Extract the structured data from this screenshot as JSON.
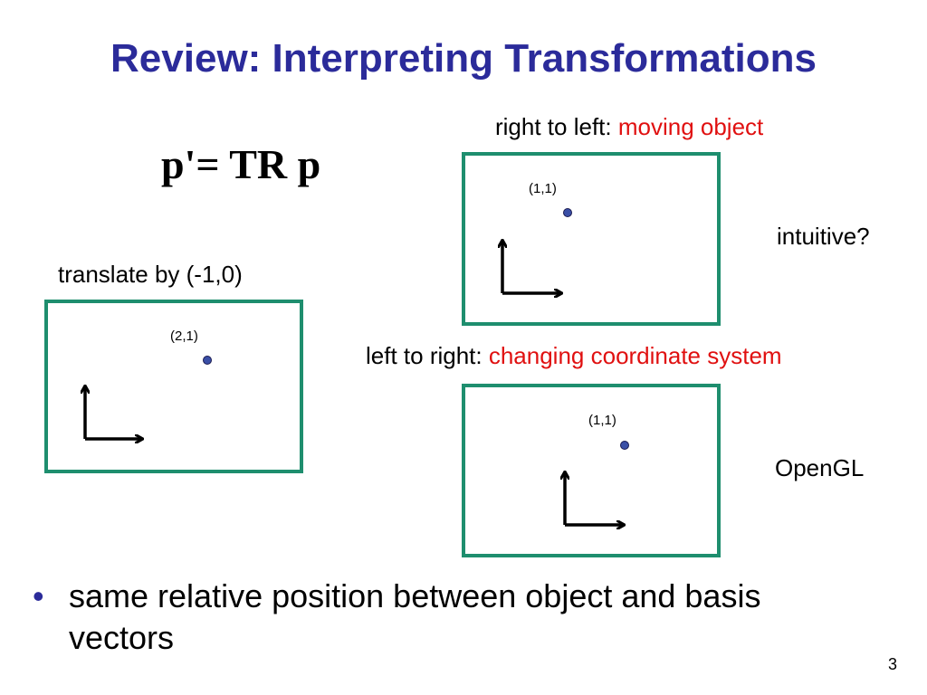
{
  "title": "Review: Interpreting Transformations",
  "equation": "p'= TR p",
  "left_panel": {
    "caption": "translate by (-1,0)",
    "point_label": "(2,1)"
  },
  "top_right_panel": {
    "caption_prefix": "right to left: ",
    "caption_highlight": "moving object",
    "point_label": "(1,1)",
    "side_note": "intuitive?"
  },
  "bottom_right_panel": {
    "caption_prefix": "left to right: ",
    "caption_highlight": "changing coordinate system",
    "point_label": "(1,1)",
    "side_note": "OpenGL"
  },
  "bullet": {
    "symbol": "•",
    "text": "same relative position between object and basis vectors"
  },
  "page_number": "3",
  "colors": {
    "title": "#2b2b9a",
    "highlight": "#e01010",
    "box_border": "#1e8e6e",
    "point": "#3a4fa6"
  }
}
